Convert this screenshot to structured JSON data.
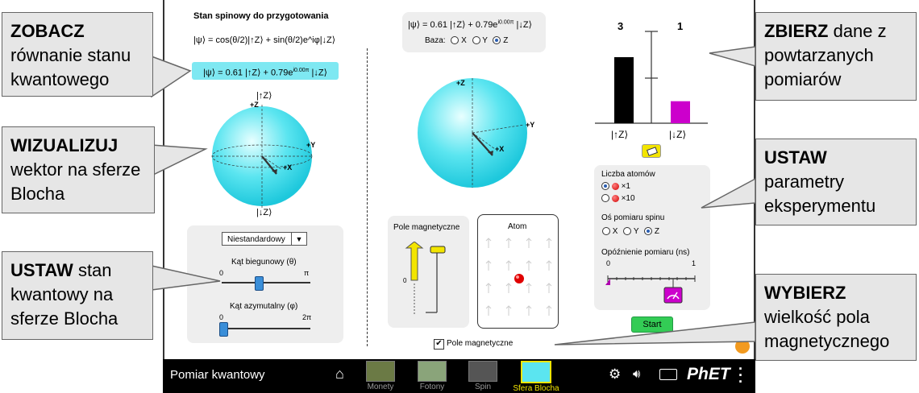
{
  "callouts": {
    "zobacz": {
      "bold": "ZOBACZ",
      "text": "równanie stanu kwantowego"
    },
    "wizualizuj": {
      "bold": "WIZUALIZUJ",
      "text": "wektor na sferze Blocha"
    },
    "ustaw1": {
      "bold": "USTAW",
      "text": "stan kwantowy na sferze Blocha"
    },
    "zbierz": {
      "bold": "ZBIERZ",
      "text": "dane z powtarzanych pomiarów"
    },
    "ustaw2": {
      "bold": "USTAW",
      "text": "parametry eksperymentu"
    },
    "wybierz": {
      "bold": "WYBIERZ",
      "text": "wielkość pola magnetycznego"
    }
  },
  "left_panel": {
    "title": "Stan spinowy do przygotowania",
    "general_eq": "|ψ⟩ = cos(θ/2)|↑Z⟩ + sin(θ/2)e^iφ|↓Z⟩",
    "state_eq": "|ψ⟩ = 0.61 |↑Z⟩ + 0.79e",
    "state_exp": "i0.00π",
    "state_tail": " |↓Z⟩",
    "top_label": "|↑Z⟩",
    "bottom_label": "|↓Z⟩",
    "axis_z": "+Z",
    "axis_y": "+Y",
    "axis_x": "+X",
    "dropdown": "Niestandardowy",
    "polar_label": "Kąt biegunowy (θ)",
    "polar_min": "0",
    "polar_max": "π",
    "polar_value": 0.42,
    "azim_label": "Kąt azymutalny (φ)",
    "azim_min": "0",
    "azim_max": "2π",
    "azim_value": 0.0
  },
  "center_panel": {
    "state_eq": "|ψ⟩ = 0.61 |↑Z⟩ + 0.79e",
    "state_exp": "i0.00π",
    "state_tail": " |↓Z⟩",
    "basis_label": "Baza:",
    "basis_options": [
      "X",
      "Y",
      "Z"
    ],
    "basis_selected": "Z",
    "axis_z": "+Z",
    "axis_y": "+Y",
    "axis_x": "+X",
    "field_title": "Pole magnetyczne",
    "field_zero": "0",
    "atom_title": "Atom",
    "checkbox_label": "Pole magnetyczne",
    "checkbox_checked": true
  },
  "right_panel": {
    "chart_data": {
      "type": "bar",
      "categories": [
        "|↑Z⟩",
        "|↓Z⟩"
      ],
      "values": [
        3,
        1
      ],
      "colors": [
        "#000000",
        "#cc00cc"
      ]
    },
    "count_up": "3",
    "count_down": "1",
    "label_up": "|↑Z⟩",
    "label_down": "|↓Z⟩",
    "atoms_label": "Liczba atomów",
    "atoms_opt1": "×1",
    "atoms_opt2": "×10",
    "axis_label": "Oś pomiaru spinu",
    "axis_options": [
      "X",
      "Y",
      "Z"
    ],
    "axis_selected": "Z",
    "delay_label": "Opóźnienie pomiaru (ns)",
    "delay_min": "0",
    "delay_max": "1",
    "start_label": "Start"
  },
  "navbar": {
    "title": "Pomiar kwantowy",
    "tabs": [
      "Monety",
      "Fotony",
      "Spin",
      "Sfera Blocha"
    ],
    "active_tab": "Sfera Blocha",
    "brand": "PhET"
  }
}
